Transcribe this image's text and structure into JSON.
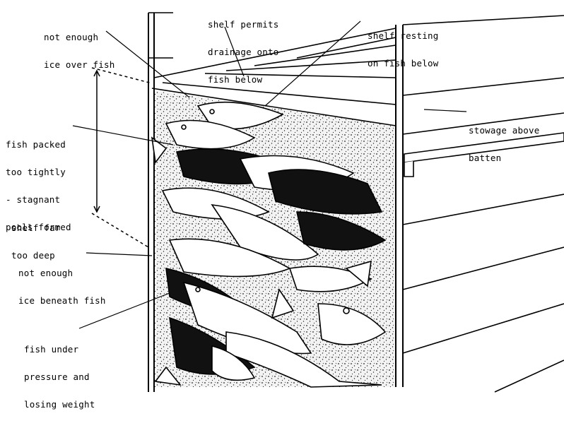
{
  "labels": {
    "not_enough_ice_over": [
      "not enough",
      "ice over fish"
    ],
    "shelf_permits": [
      "shelf permits",
      "drainage onto",
      "fish below"
    ],
    "shelf_resting": [
      "shelf resting",
      "on fish below"
    ],
    "stowage_above": [
      "stowage above",
      "batten"
    ],
    "fish_packed": [
      "fish packed",
      "too tightly",
      "- stagnant",
      "pools formed"
    ],
    "shelf_far": [
      "shelf far",
      "too deep"
    ],
    "not_enough_ice_beneath": [
      "not enough",
      "ice beneath fish"
    ],
    "fish_under_pressure": [
      "fish under",
      "pressure and",
      "losing weight"
    ]
  },
  "colors": {
    "ink": "#000000",
    "paper": "#ffffff",
    "ice_fill": "#efefef"
  }
}
